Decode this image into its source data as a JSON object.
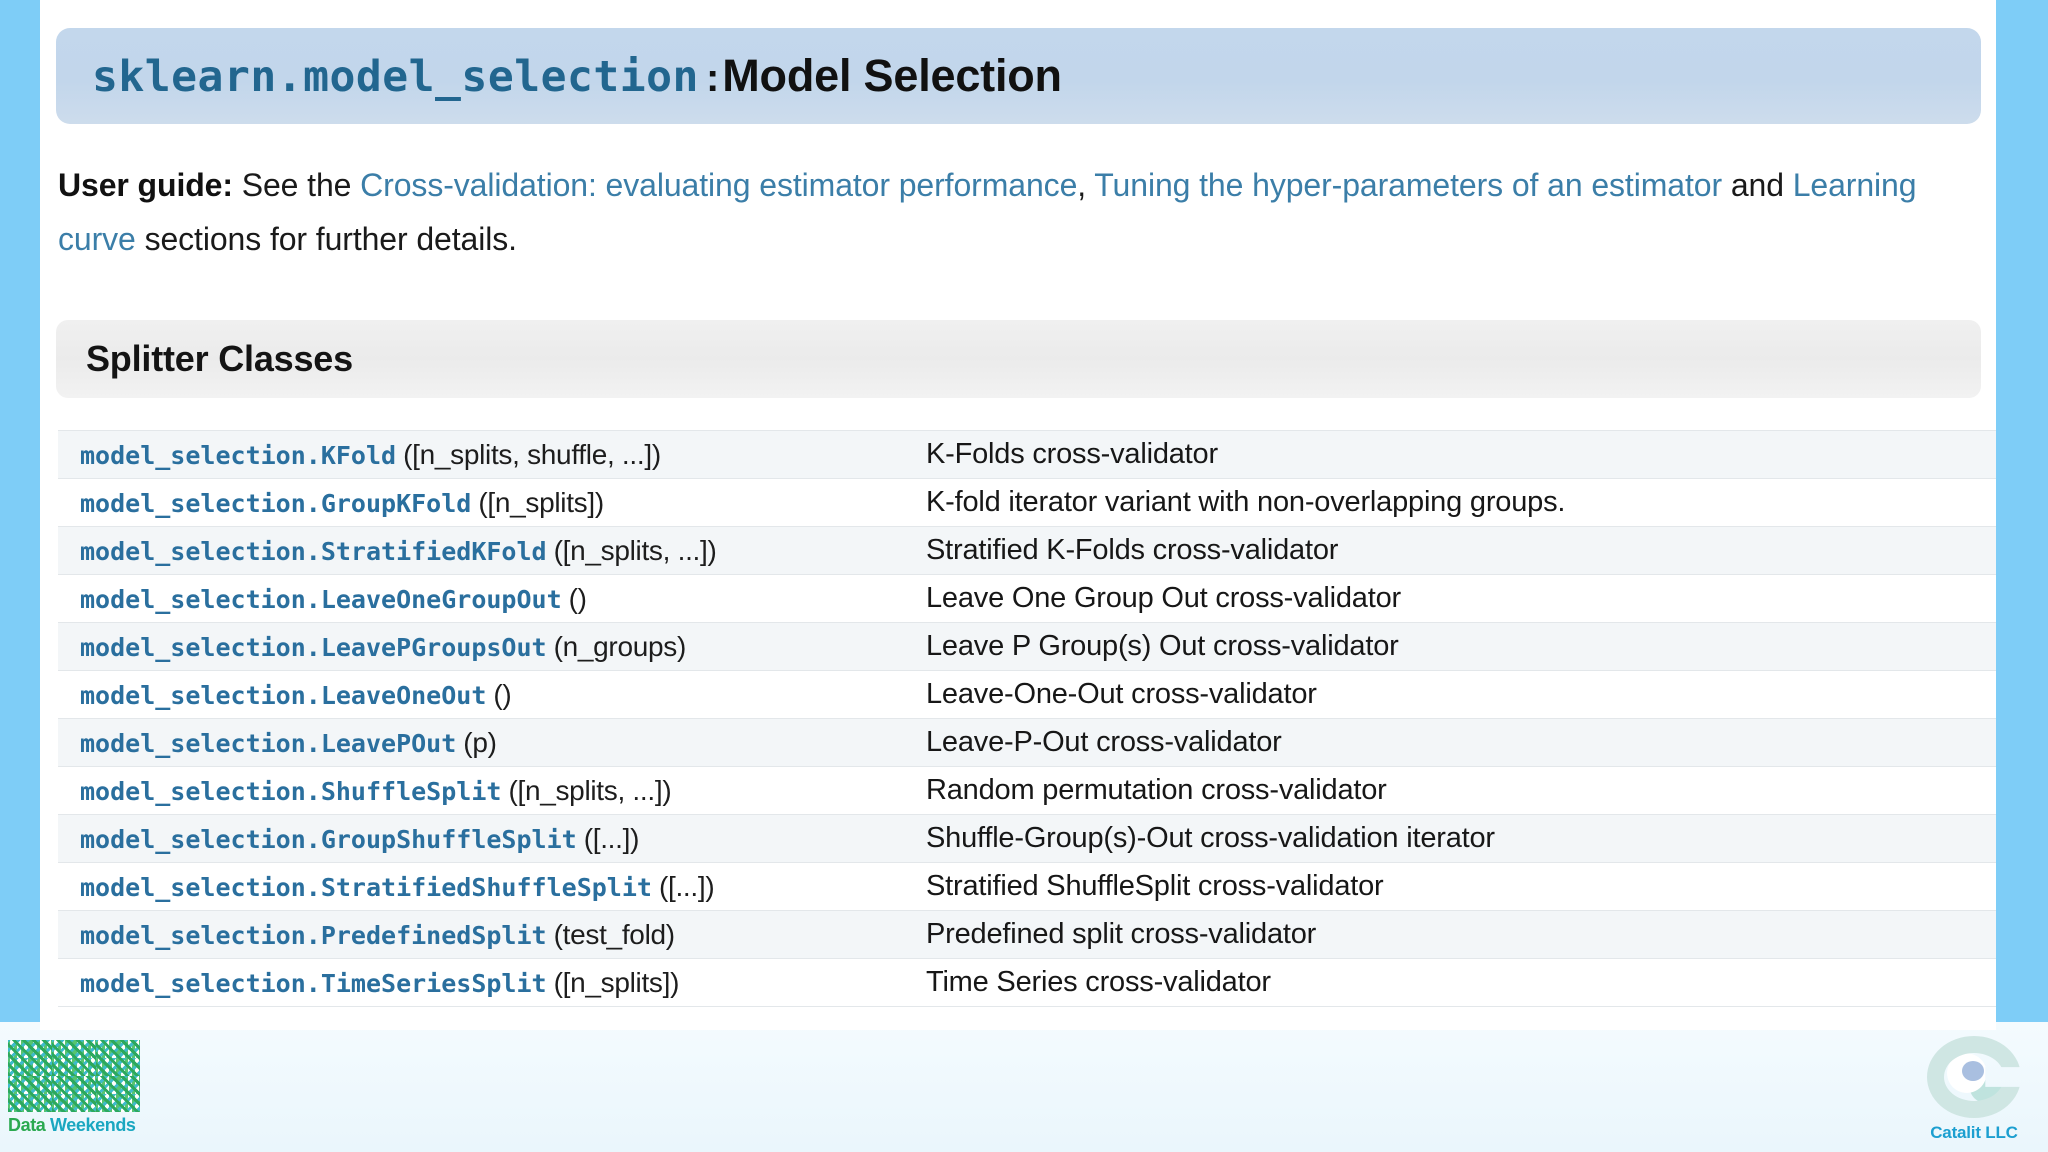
{
  "module": {
    "code": "sklearn.model_selection",
    "separator": ":",
    "title": "Model Selection"
  },
  "user_guide": {
    "label": "User guide:",
    "lead": "See the",
    "links": [
      "Cross-validation: evaluating estimator performance",
      "Tuning the hyper-parameters of an estimator",
      "Learning curve"
    ],
    "comma": ",",
    "and": "and",
    "tail": "sections for further details."
  },
  "section": {
    "title": "Splitter Classes"
  },
  "table": {
    "rows": [
      {
        "name": "model_selection.KFold",
        "args": "([n_splits, shuffle, ...])",
        "desc": "K-Folds cross-validator"
      },
      {
        "name": "model_selection.GroupKFold",
        "args": "([n_splits])",
        "desc": "K-fold iterator variant with non-overlapping groups."
      },
      {
        "name": "model_selection.StratifiedKFold",
        "args": "([n_splits, ...])",
        "desc": "Stratified K-Folds cross-validator"
      },
      {
        "name": "model_selection.LeaveOneGroupOut",
        "args": "()",
        "desc": "Leave One Group Out cross-validator"
      },
      {
        "name": "model_selection.LeavePGroupsOut",
        "args": "(n_groups)",
        "desc": "Leave P Group(s) Out cross-validator"
      },
      {
        "name": "model_selection.LeaveOneOut",
        "args": "()",
        "desc": "Leave-One-Out cross-validator"
      },
      {
        "name": "model_selection.LeavePOut",
        "args": "(p)",
        "desc": "Leave-P-Out cross-validator"
      },
      {
        "name": "model_selection.ShuffleSplit",
        "args": "([n_splits, ...])",
        "desc": "Random permutation cross-validator"
      },
      {
        "name": "model_selection.GroupShuffleSplit",
        "args": "([...])",
        "desc": "Shuffle-Group(s)-Out cross-validation iterator"
      },
      {
        "name": "model_selection.StratifiedShuffleSplit",
        "args": "([...])",
        "desc": "Stratified ShuffleSplit cross-validator"
      },
      {
        "name": "model_selection.PredefinedSplit",
        "args": "(test_fold)",
        "desc": "Predefined split cross-validator"
      },
      {
        "name": "model_selection.TimeSeriesSplit",
        "args": "([n_splits])",
        "desc": "Time Series cross-validator"
      }
    ]
  },
  "footer": {
    "left_logo": {
      "word1": "Data",
      "word2": "Weekends",
      "icon": "cube-weave-logo"
    },
    "right_logo": {
      "label": "Catalit LLC",
      "icon": "protein-ribbon-logo"
    }
  },
  "colors": {
    "slide_background": "#7ecdf7",
    "module_bar": "#c3d7ec",
    "link": "#3b7ea8",
    "code_link": "#2a6f9e",
    "section_bar": "#efefef",
    "row_alt": "#f3f6f8"
  }
}
